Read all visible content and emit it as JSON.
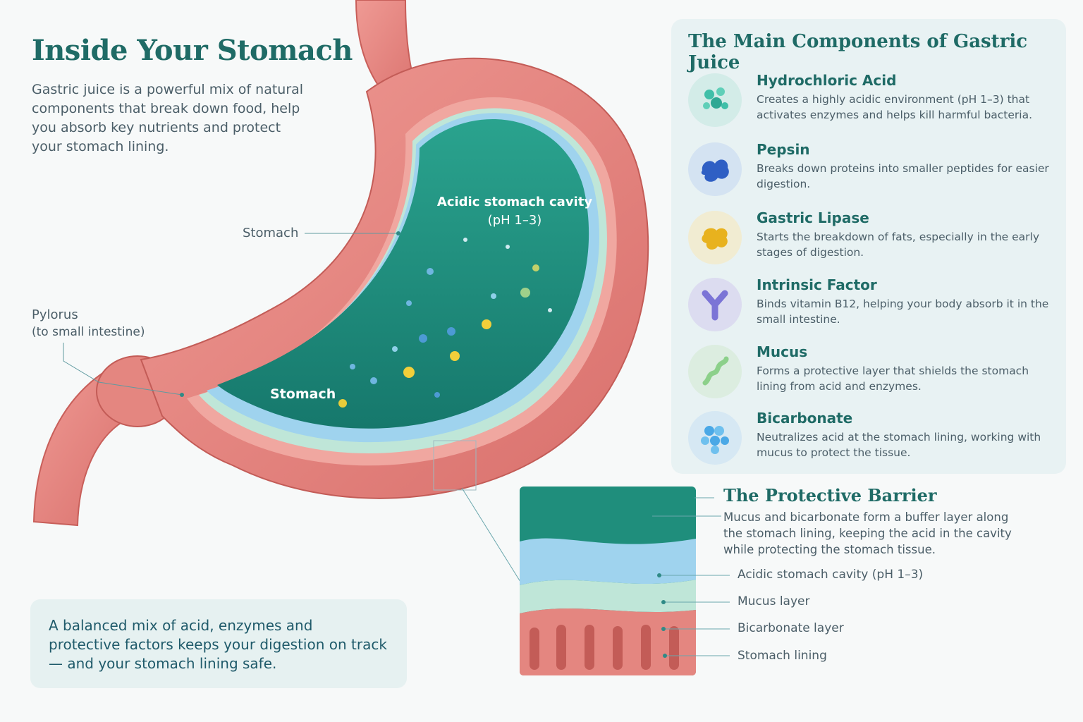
{
  "header": {
    "title": "Inside Your Stomach",
    "intro": "Gastric juice is a powerful mix of natural components that break down food, help you absorb key nutrients and protect your stomach lining."
  },
  "diagram": {
    "cavity_label": "Acidic stomach cavity",
    "cavity_ph": "(pH 1–3)",
    "inner_label": "Stomach",
    "stomach_callout": "Stomach",
    "pylorus_callout": "Pylorus",
    "pylorus_sub": "(to small intestine)"
  },
  "summary": {
    "text": "A balanced mix of acid, enzymes and protective factors keeps your digestion on track — and your stomach lining safe."
  },
  "components": {
    "title": "The Main Components of Gastric Juice",
    "items": [
      {
        "name": "Hydrochloric Acid",
        "desc": "Creates a highly acidic environment (pH 1–3) that activates enzymes and helps kill harmful bacteria.",
        "icon": "acid-molecules-icon",
        "color": "#3fbfa8",
        "bg": "#d3ece8"
      },
      {
        "name": "Pepsin",
        "desc": "Breaks down proteins into smaller peptides for easier digestion.",
        "icon": "pepsin-enzyme-icon",
        "color": "#2f5fc4",
        "bg": "#d4e3f2"
      },
      {
        "name": "Gastric Lipase",
        "desc": "Starts the breakdown of fats, especially in the early stages of digestion.",
        "icon": "lipase-enzyme-icon",
        "color": "#e8b21e",
        "bg": "#f1ecd2"
      },
      {
        "name": "Intrinsic Factor",
        "desc": "Binds vitamin B12, helping your body absorb it in the small intestine.",
        "icon": "intrinsic-factor-icon",
        "color": "#7b74d6",
        "bg": "#dcdcf0"
      },
      {
        "name": "Mucus",
        "desc": "Forms a protective layer that shields the stomach lining from acid and enzymes.",
        "icon": "mucus-strand-icon",
        "color": "#8cd08a",
        "bg": "#dcede0"
      },
      {
        "name": "Bicarbonate",
        "desc": "Neutralizes acid at the stomach lining, working with mucus to protect the tissue.",
        "icon": "bicarbonate-bubbles-icon",
        "color": "#4aa8e6",
        "bg": "#d6e8f3"
      }
    ]
  },
  "barrier": {
    "title": "The Protective Barrier",
    "desc": "Mucus and bicarbonate form a buffer layer along the stomach lining, keeping the acid in the cavity while protecting the stomach tissue.",
    "layers": [
      "Acidic stomach cavity (pH 1–3)",
      "Mucus layer",
      "Bicarbonate layer",
      "Stomach lining"
    ]
  },
  "colors": {
    "accent": "#1f6b66",
    "cavity": "#1f8e7c",
    "tissue": "#e07f7a",
    "mucus": "#bfe6d8",
    "bicarbonate": "#9fd3ee"
  }
}
